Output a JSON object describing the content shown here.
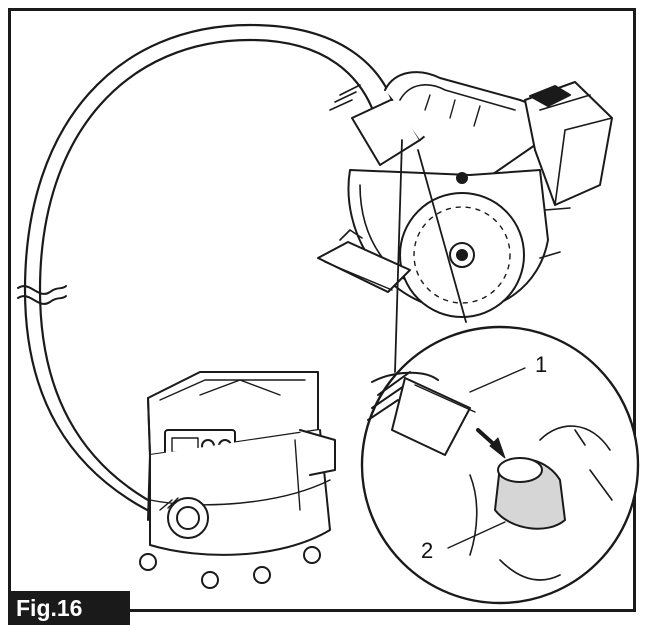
{
  "figure": {
    "label": "Fig.16",
    "callouts": [
      "1",
      "2"
    ]
  },
  "parts": {
    "saw": "circular-saw",
    "vacuum": "dust-extractor",
    "hose": "dust-hose",
    "nozzle": "dust-nozzle"
  },
  "colors": {
    "line": "#1a1a1a",
    "shade": "#d6d6d6",
    "background": "#ffffff"
  }
}
